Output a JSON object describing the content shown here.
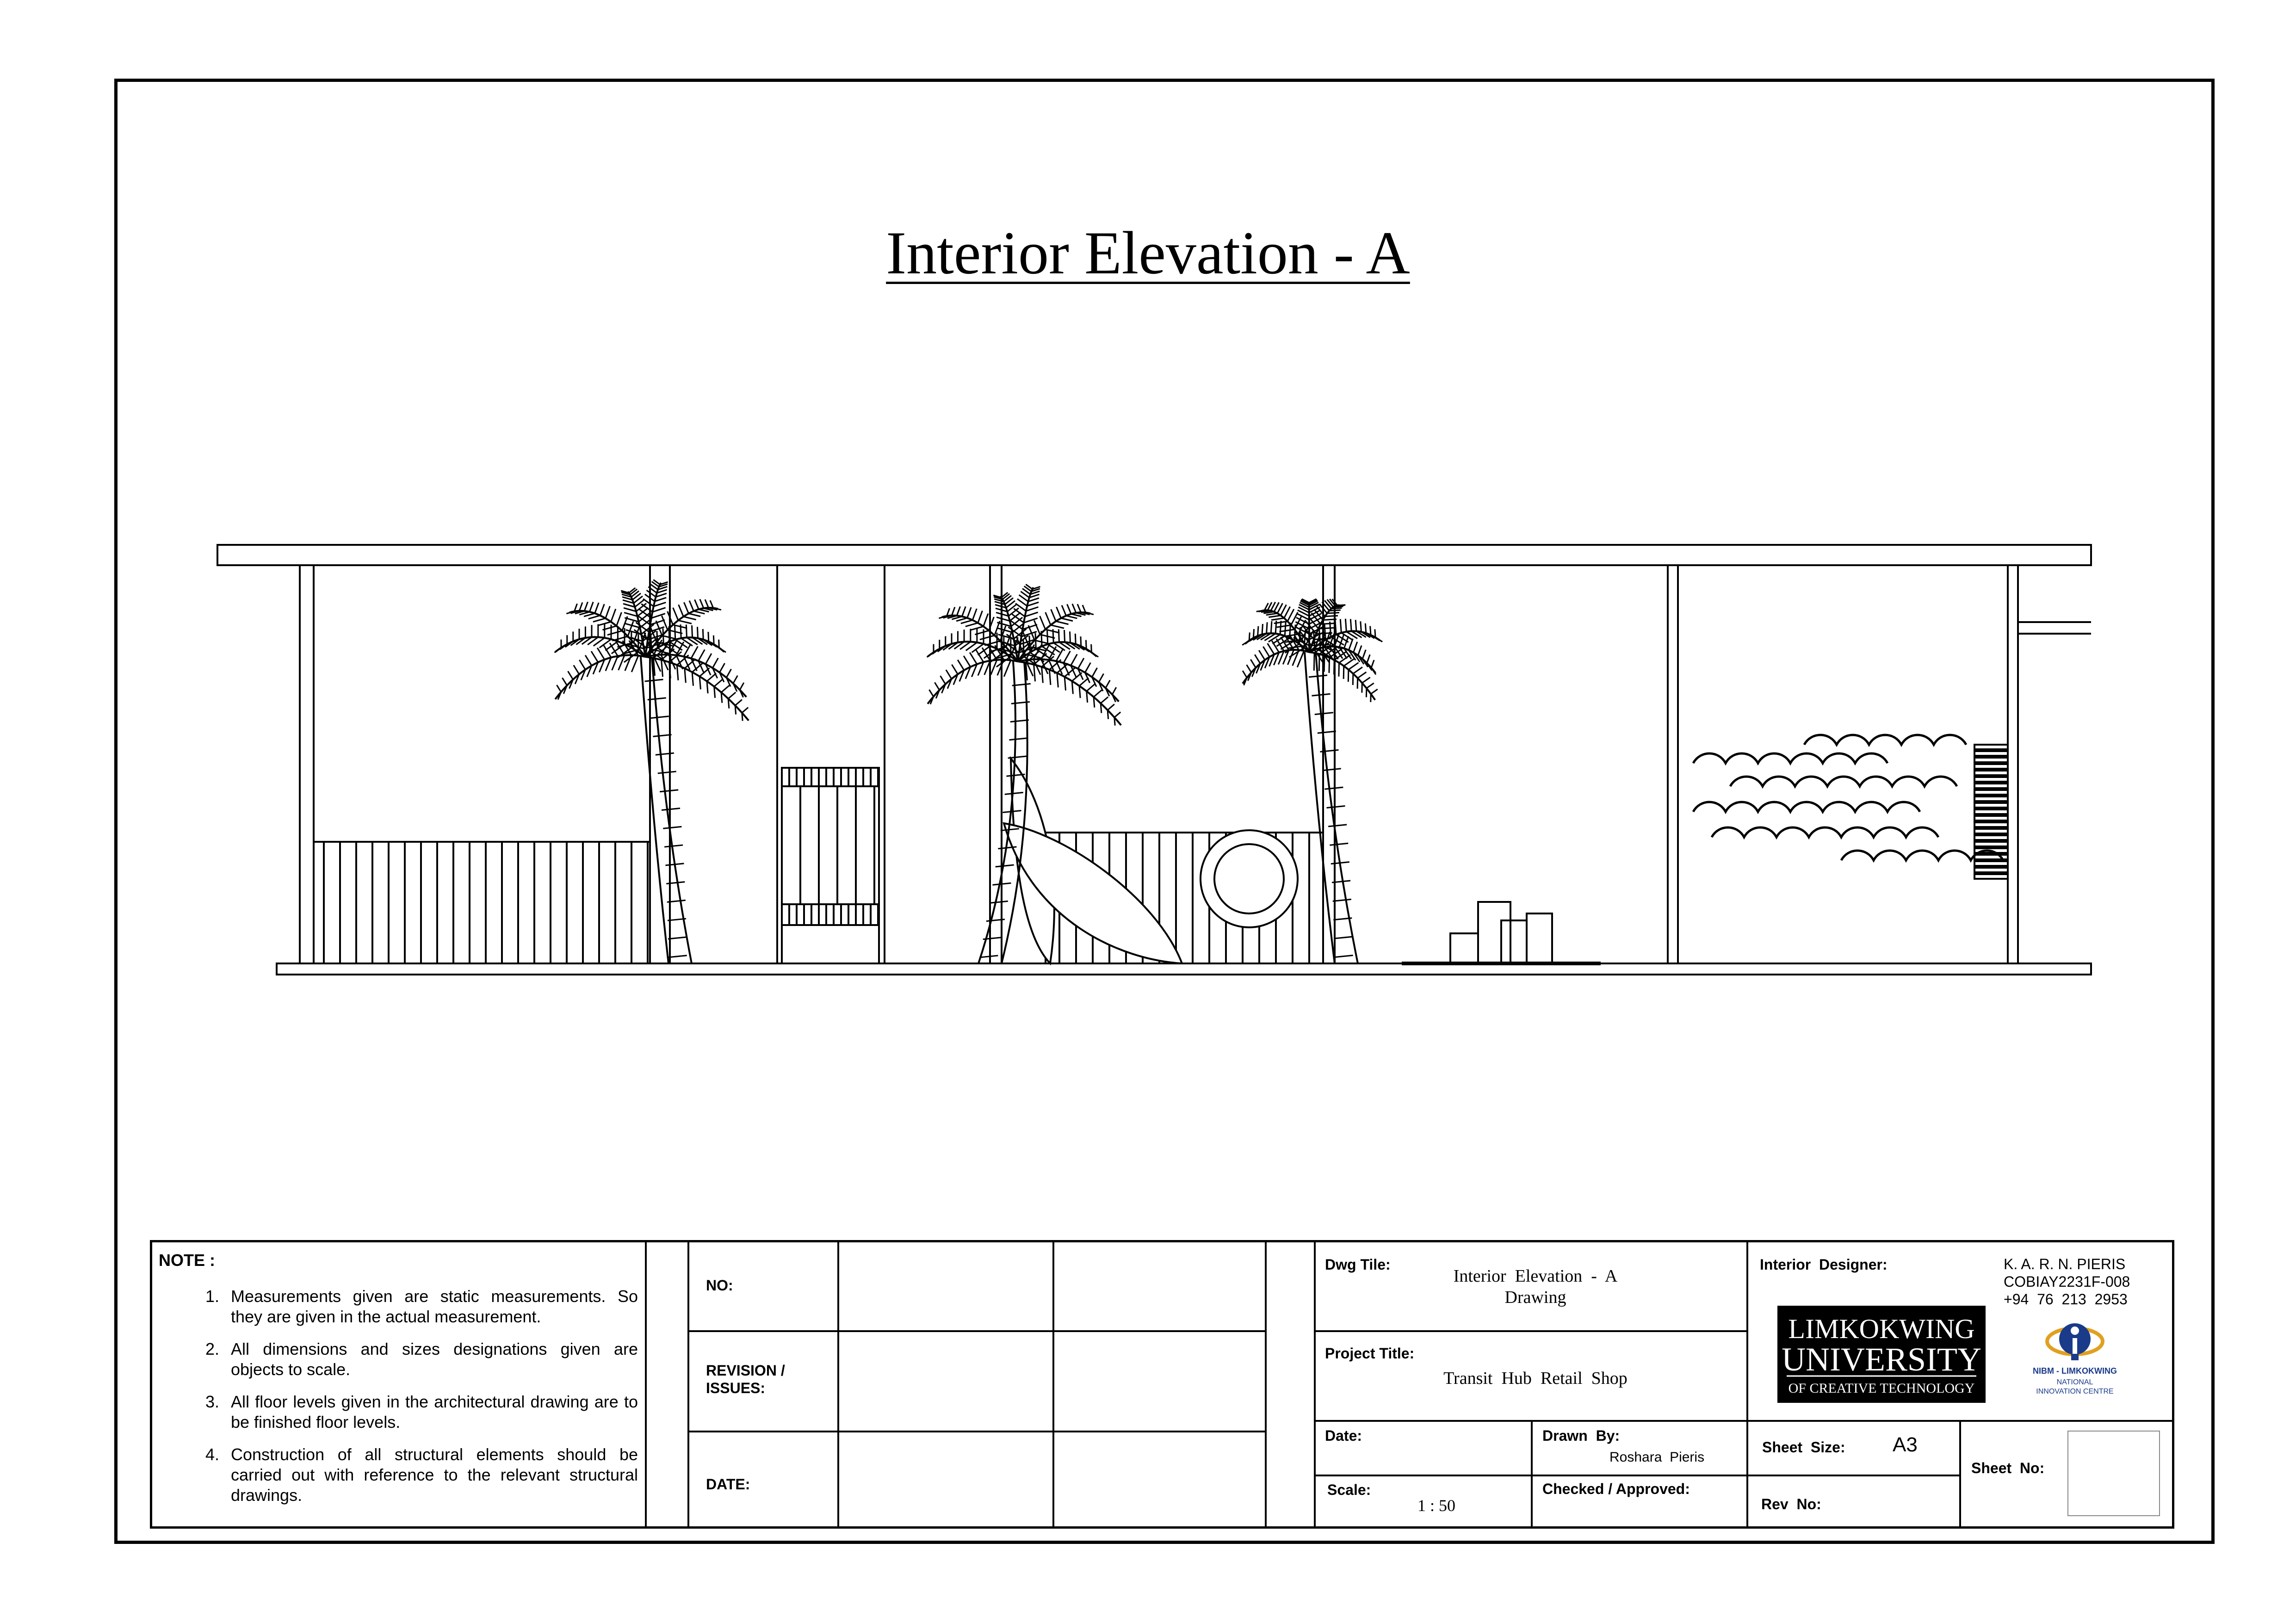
{
  "drawing_title": "Interior Elevation  -  A",
  "notes": {
    "heading": "NOTE :",
    "items": [
      {
        "num": "1.",
        "text": "Measurements given are static measurements. So they are given in the actual measurement."
      },
      {
        "num": "2.",
        "text": "All dimensions and sizes designations given are objects to scale."
      },
      {
        "num": "3.",
        "text": "All floor levels given in the architectural drawing are to be finished floor levels."
      },
      {
        "num": "4.",
        "text": "Construction of all structural elements should be carried out with reference to the relevant structural drawings."
      }
    ]
  },
  "revision": {
    "no_label": "NO:",
    "issues_label": "REVISION /\nISSUES:",
    "date_label": "DATE:"
  },
  "title_block": {
    "dwg_title_label": "Dwg Tile:",
    "dwg_title_value": "Interior  Elevation  -  A\nDrawing",
    "project_title_label": "Project Title:",
    "project_title_value": "Transit  Hub  Retail  Shop",
    "date_label": "Date:",
    "drawn_by_label": "Drawn  By:",
    "drawn_by_value": "Roshara  Pieris",
    "scale_label": "Scale:",
    "scale_value": "1 : 50",
    "checked_label": "Checked / Approved:",
    "designer_label": "Interior  Designer:",
    "designer_value": "K. A. R. N. PIERIS\nCOBIAY2231F-008\n+94  76  213  2953",
    "sheet_size_label": "Sheet  Size:",
    "sheet_size_value": "A3",
    "sheet_no_label": "Sheet  No:",
    "rev_no_label": "Rev  No:"
  },
  "logos": {
    "luct_line1": "LIMKOKWING",
    "luct_line2": "UNIVERSITY",
    "luct_line3": "OF CREATIVE TECHNOLOGY",
    "nino_line1": "NIBM - LIMKOKWING",
    "nino_line2": "NATIONAL",
    "nino_line3": "INNOVATION CENTRE"
  }
}
